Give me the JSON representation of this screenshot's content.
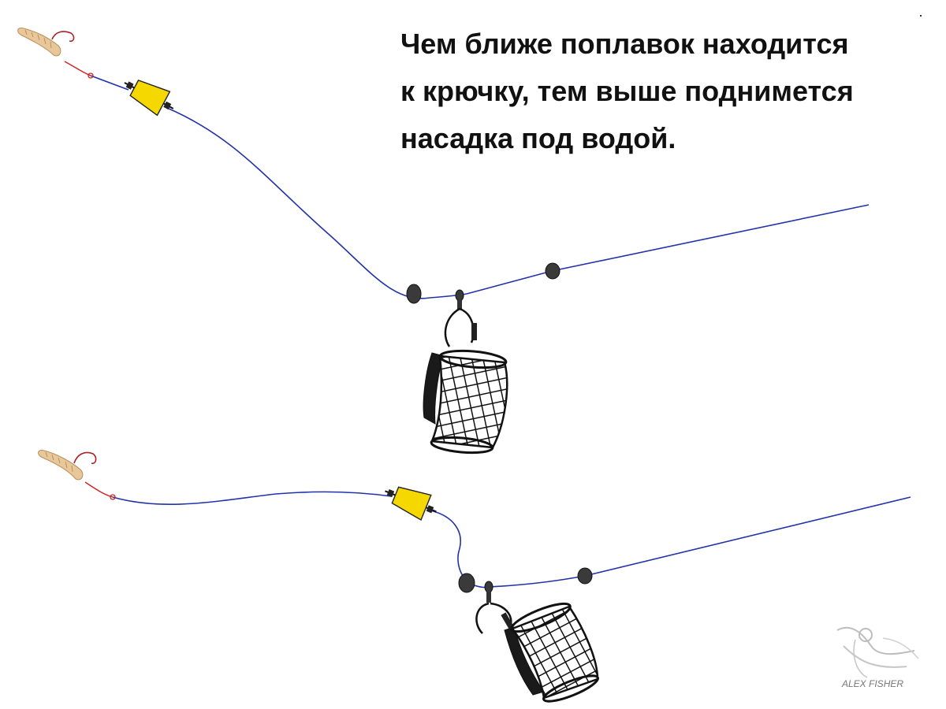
{
  "caption": {
    "line1": "Чем ближе поплавок находится",
    "line2": "к крючку, тем выше поднимется",
    "line3": "насадка под водой."
  },
  "watermark": {
    "text": "ALEX FISHER"
  },
  "icons": {
    "bait": "maggot-bait-icon",
    "hook": "hook-icon",
    "float": "foam-float-icon",
    "stopper": "bead-stopper-icon",
    "swivel": "swivel-icon",
    "feeder": "cage-feeder-icon",
    "logo": "fisher-logo-icon"
  },
  "colors": {
    "line": "#2233aa",
    "leader": "#cc2222",
    "float": "#f5d800",
    "bead": "#3a3a3a",
    "feeder": "#111111",
    "bait": "#e8c89a"
  }
}
